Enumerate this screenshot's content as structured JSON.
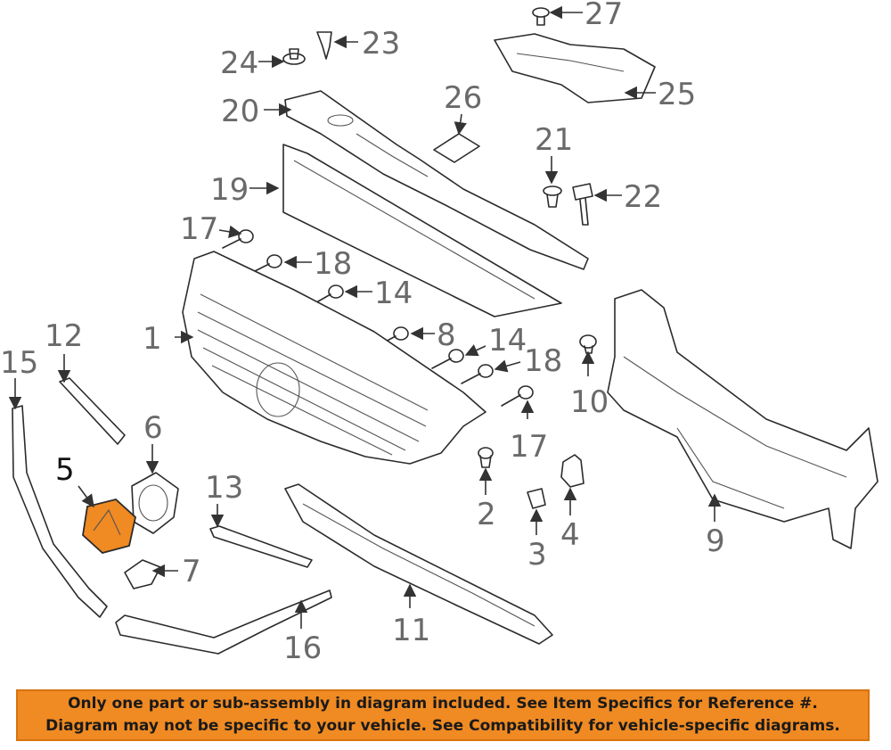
{
  "callouts": {
    "c1": "1",
    "c2": "2",
    "c3": "3",
    "c4": "4",
    "c5": "5",
    "c6": "6",
    "c7": "7",
    "c8": "8",
    "c9": "9",
    "c10": "10",
    "c11": "11",
    "c12": "12",
    "c13": "13",
    "c14a": "14",
    "c14b": "14",
    "c15": "15",
    "c16": "16",
    "c17a": "17",
    "c17b": "17",
    "c18a": "18",
    "c18b": "18",
    "c19": "19",
    "c20": "20",
    "c21": "21",
    "c22": "22",
    "c23": "23",
    "c24": "24",
    "c25": "25",
    "c26": "26",
    "c27": "27"
  },
  "highlight_color": "#f08a22",
  "banner": {
    "line1": "Only one part or sub-assembly in diagram included. See Item Specifics for Reference #.",
    "line2": "Diagram may not be specific to your vehicle. See Compatibility for vehicle-specific diagrams."
  }
}
